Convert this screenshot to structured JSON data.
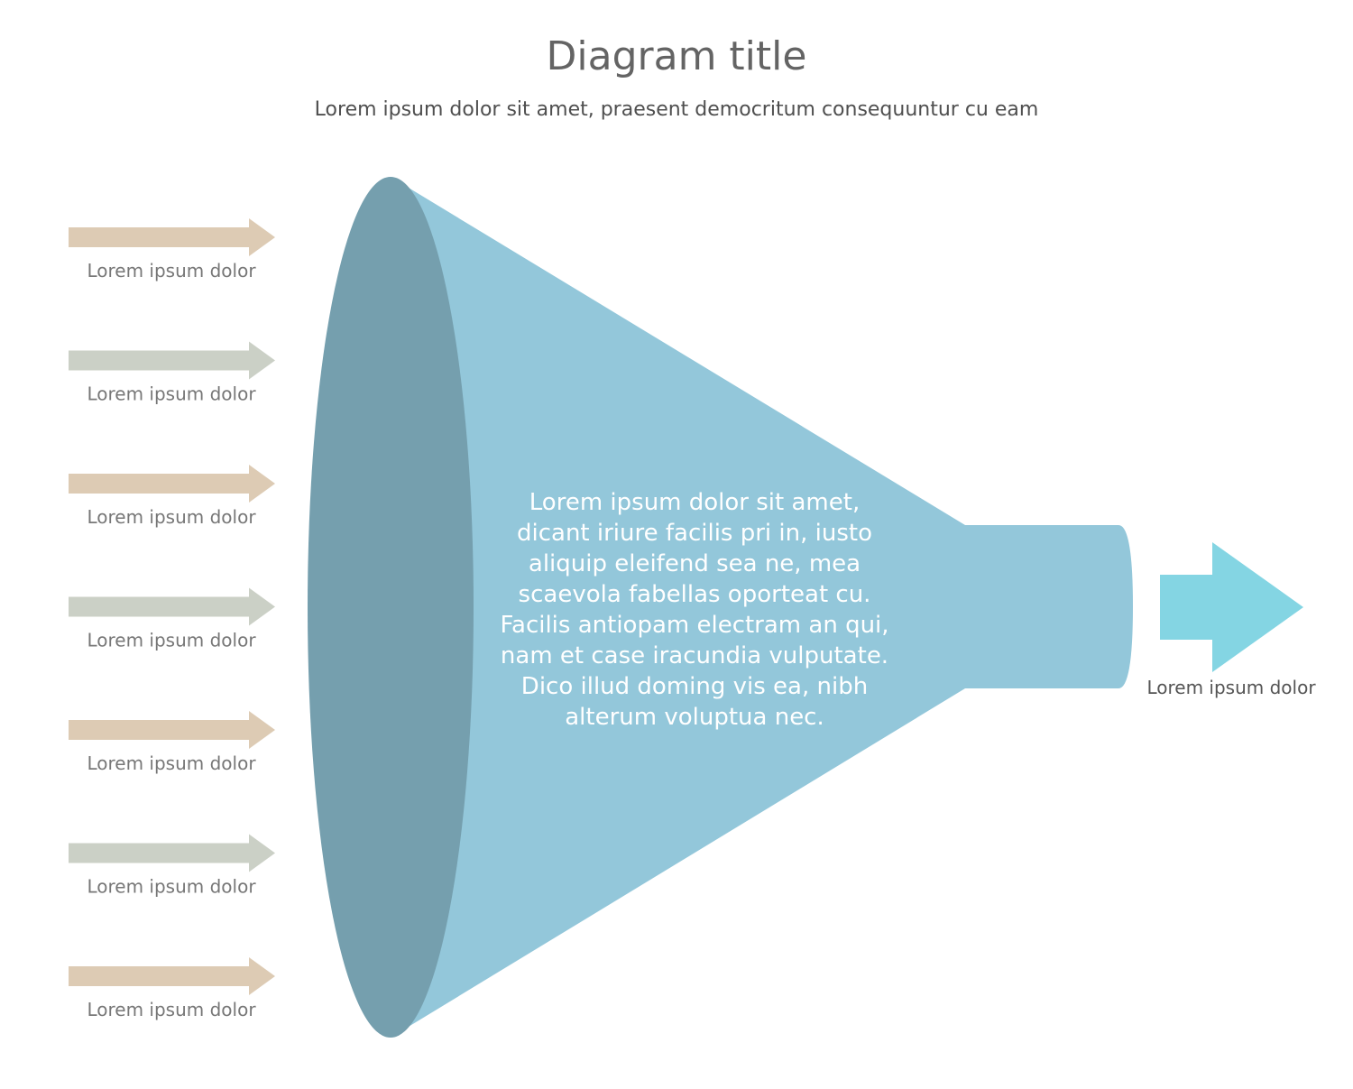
{
  "title": "Diagram title",
  "subtitle": "Lorem ipsum dolor sit amet, praesent democritum consequuntur cu eam",
  "inputs": [
    {
      "label": "Lorem ipsum dolor",
      "color": "#ddcbb4"
    },
    {
      "label": "Lorem ipsum dolor",
      "color": "#cbd0c6"
    },
    {
      "label": "Lorem ipsum dolor",
      "color": "#ddcbb4"
    },
    {
      "label": "Lorem ipsum dolor",
      "color": "#cbd0c6"
    },
    {
      "label": "Lorem ipsum dolor",
      "color": "#ddcbb4"
    },
    {
      "label": "Lorem ipsum dolor",
      "color": "#cbd0c6"
    },
    {
      "label": "Lorem ipsum dolor",
      "color": "#ddcbb4"
    }
  ],
  "funnel": {
    "text_lines": [
      "Lorem ipsum dolor sit amet,",
      "dicant iriure facilis pri in, iusto",
      "aliquip eleifend sea ne, mea",
      "scaevola fabellas oporteat cu.",
      "Facilis antiopam electram an qui,",
      "nam et case iracundia vulputate.",
      "Dico illud doming vis ea, nibh",
      "alterum voluptua nec."
    ],
    "body_color": "#93c7da",
    "mouth_color": "#759fae"
  },
  "output": {
    "label": "Lorem ipsum dolor",
    "color": "#84d5e3"
  }
}
